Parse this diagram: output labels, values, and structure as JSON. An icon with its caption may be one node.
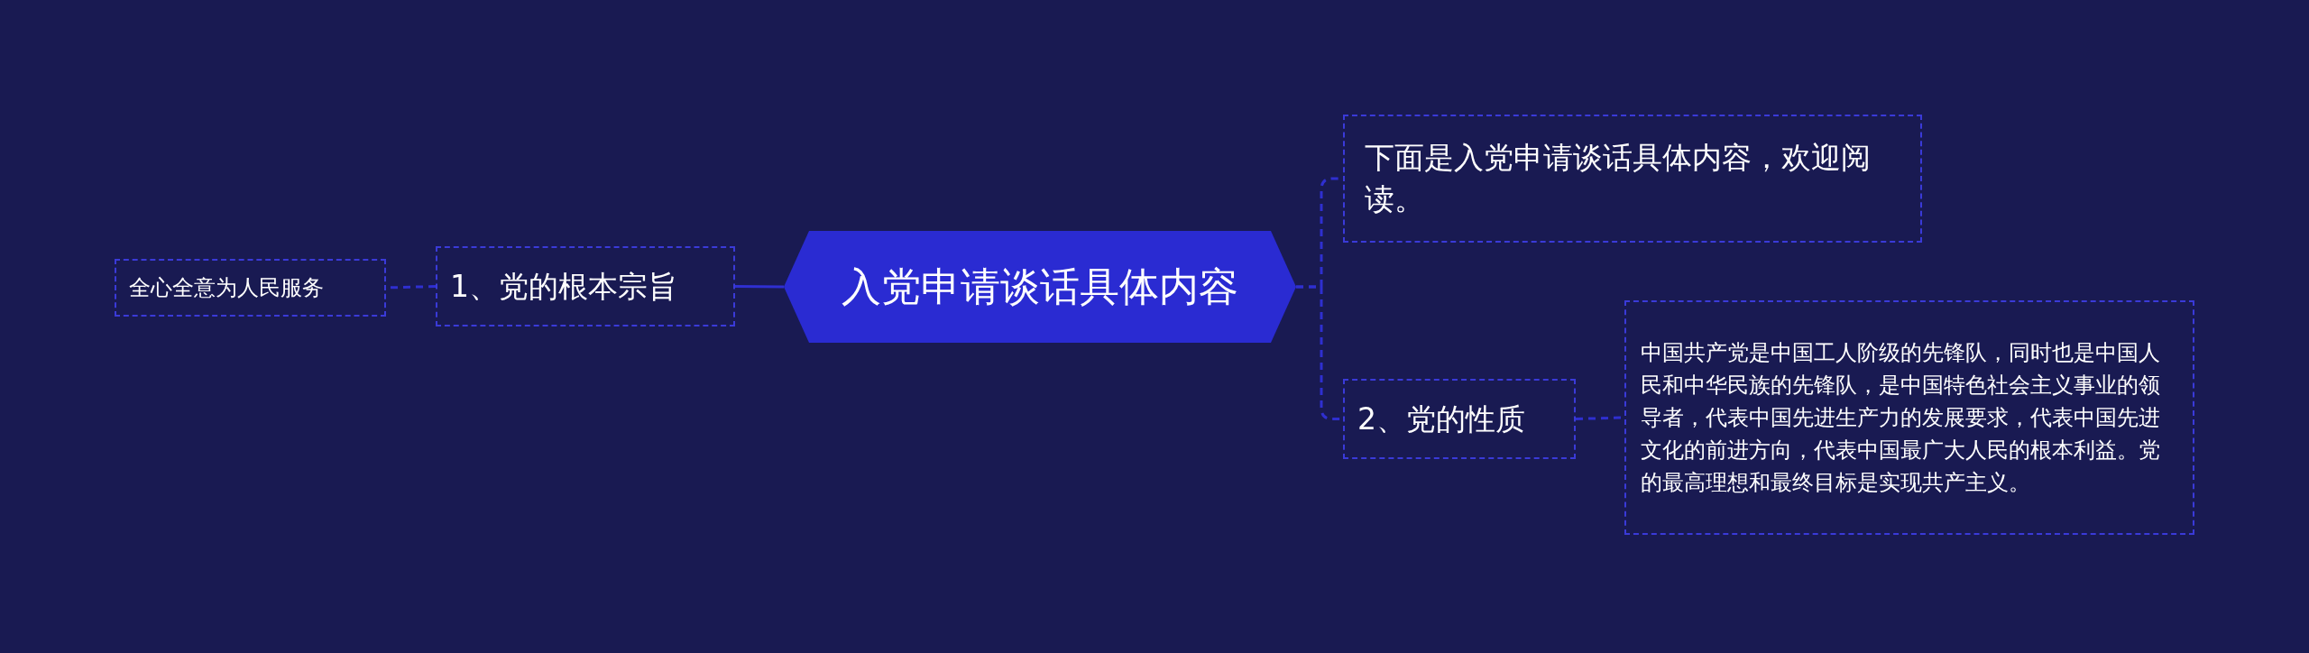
{
  "diagram": {
    "nodes": [
      {
        "text": [
          "入党申请谈话具体内容"
        ]
      },
      {
        "text": [
          "1、党的根本宗旨"
        ]
      },
      {
        "text": [
          "全心全意为人民服务"
        ]
      },
      {
        "text": [
          "下面是入党申请谈话具体内容，欢迎阅读。"
        ]
      },
      {
        "text": [
          "2、党的性质"
        ]
      },
      {
        "text": [
          "中国共产党是中国工人阶级的先锋队，同时也是中国人民和中华民族的先锋队，是中国特色社会主义事业的领导者，代表中国先进生产力的发展要求，代表中国先进文化的前进方向，代表中国最广大人民的根本利益。党的最高理想和最终目标是实现共产主义。"
        ]
      }
    ],
    "edges": [
      {
        "from": 0,
        "to": 1,
        "arrow": "none"
      },
      {
        "from": 1,
        "to": 2,
        "arrow": "none",
        "style": "dashed"
      },
      {
        "from": 0,
        "to": 3,
        "arrow": "none",
        "style": "dashed"
      },
      {
        "from": 0,
        "to": 4,
        "arrow": "none",
        "style": "dashed"
      },
      {
        "from": 4,
        "to": 5,
        "arrow": "none",
        "style": "dashed"
      }
    ]
  }
}
